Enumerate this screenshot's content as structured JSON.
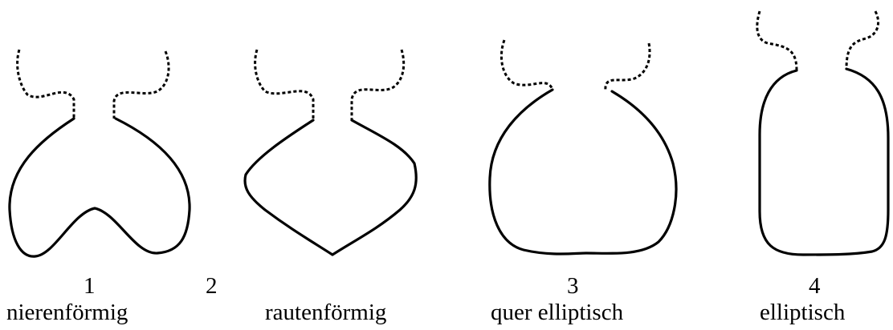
{
  "shapes": [
    {
      "number": "1",
      "name": "nierenförmig"
    },
    {
      "number": "2",
      "name": "rautenförmig"
    },
    {
      "number": "3",
      "name": "quer elliptisch"
    },
    {
      "number": "4",
      "name": "elliptisch"
    }
  ],
  "colors": {
    "stroke": "#000000",
    "background": "#ffffff"
  }
}
